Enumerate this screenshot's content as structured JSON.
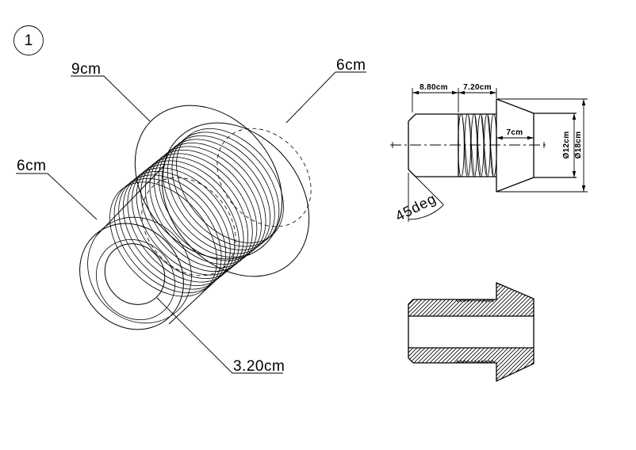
{
  "colors": {
    "line": "#000000",
    "background": "#ffffff"
  },
  "balloon": {
    "number": "1"
  },
  "isometric_view": {
    "labels": {
      "head_radius": "9cm",
      "front_face_radius": "6cm",
      "body_radius": "6cm",
      "bore_radius": "3.20cm"
    }
  },
  "side_view": {
    "dimensions": {
      "body_length": "8.80cm",
      "thread_length": "7.20cm",
      "head_length": "7cm",
      "head_front_diameter": "Ø12cm",
      "head_max_diameter": "Ø18cm",
      "chamfer_angle": "45deg"
    }
  }
}
